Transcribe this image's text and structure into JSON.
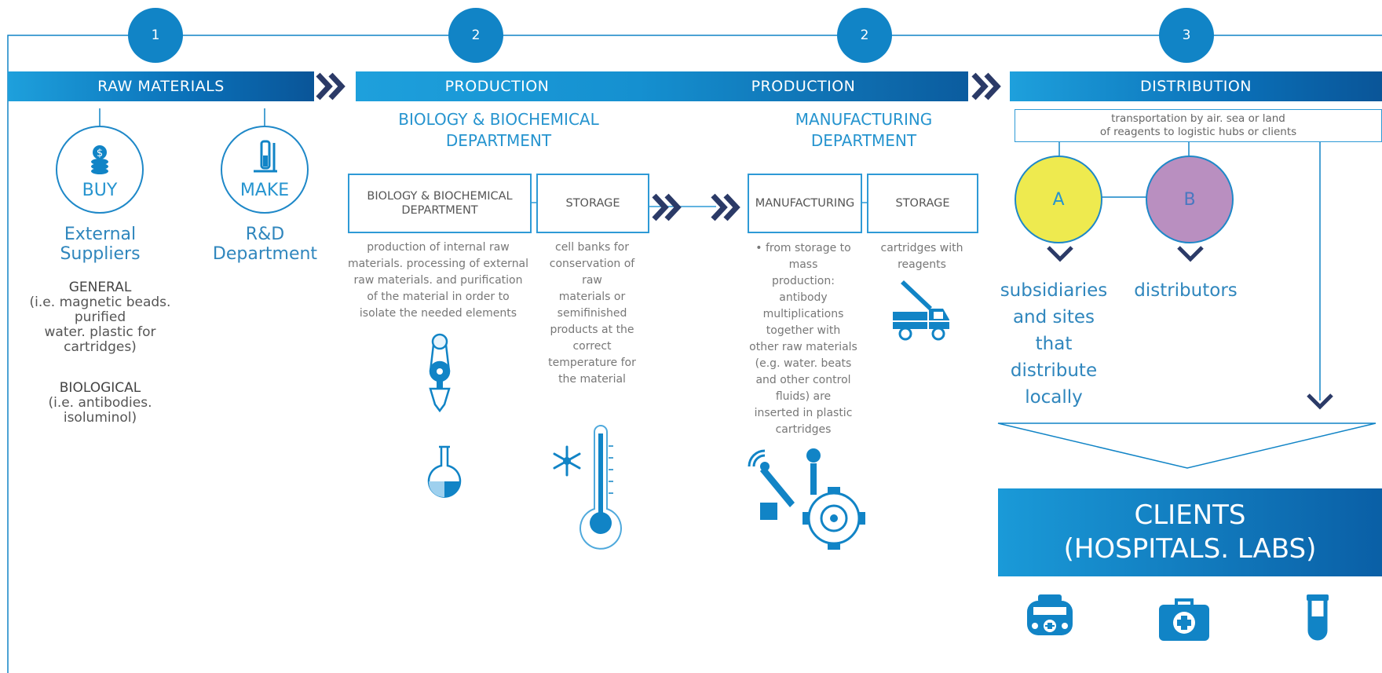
{
  "steps": [
    "1",
    "2",
    "2",
    "3"
  ],
  "headers": {
    "raw": "RAW MATERIALS",
    "production1": "PRODUCTION",
    "production2": "PRODUCTION",
    "distribution": "DISTRIBUTION"
  },
  "raw": {
    "buy": "BUY",
    "make": "MAKE",
    "buy_caption": [
      "External",
      "Suppliers"
    ],
    "make_caption": [
      "R&D",
      "Department"
    ],
    "general_title": "GENERAL",
    "general_text": [
      "(i.e. magnetic beads.",
      "purified",
      "water. plastic for",
      "cartridges)"
    ],
    "bio_title": "BIOLOGICAL",
    "bio_text": [
      "(i.e. antibodies.",
      "isoluminol)"
    ]
  },
  "prod1": {
    "subtitle": [
      "BIOLOGY & BIOCHEMICAL",
      "DEPARTMENT"
    ],
    "box1": [
      "BIOLOGY & BIOCHEMICAL",
      "DEPARTMENT"
    ],
    "box2": "STORAGE",
    "desc1": [
      "production of internal raw",
      "materials. processing of external",
      "raw materials. and purification",
      "of the material in order to",
      "isolate the  needed elements"
    ],
    "desc2": [
      "cell banks for",
      "conservation of",
      "raw",
      "materials or",
      "semifinished",
      "products at the",
      "correct",
      "temperature for",
      "the material"
    ]
  },
  "prod2": {
    "subtitle": [
      "MANUFACTURING",
      "DEPARTMENT"
    ],
    "box1": "MANUFACTURING",
    "box2": "STORAGE",
    "desc1": [
      "• from storage to",
      "mass",
      "production:",
      "antibody",
      "multiplications",
      "together with",
      "other raw materials",
      "(e.g. water. beats",
      "and other control",
      "fluids) are",
      "inserted in plastic",
      "cartridges"
    ],
    "desc2": [
      "cartridges with",
      "reagents"
    ]
  },
  "dist": {
    "transport": [
      "transportation by air. sea or land",
      "of reagents to logistic hubs or clients"
    ],
    "a": "A",
    "b": "B",
    "a_caption": [
      "subsidiaries",
      "and sites",
      "that",
      "distribute",
      "locally"
    ],
    "b_caption": "distributors",
    "clients": [
      "CLIENTS",
      "(HOSPITALS. LABS)"
    ]
  },
  "colors": {
    "primary": "#1184c6",
    "dark_navy": "#2b3a67",
    "circle_a": "#eeea4f",
    "circle_b": "#b98fc0"
  }
}
